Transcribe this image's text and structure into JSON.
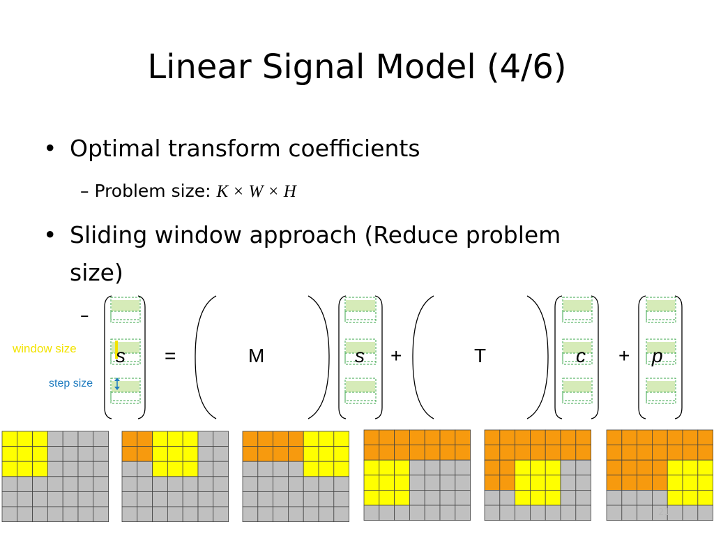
{
  "slide": {
    "title": "Linear Signal Model (4/6)",
    "bullets": [
      "Optimal transform coefficients",
      "Sliding window approach (Reduce problem",
      "size)"
    ],
    "sub_problem_prefix": "– Problem size:  ",
    "sub_problem_math": "K × W × H",
    "sub_dash": "–",
    "equation": {
      "lhs": "s",
      "equals": "=",
      "matrix_m": "M",
      "s2": "s",
      "plus1": "+",
      "matrix_t": "T",
      "c": "c",
      "plus2": "+",
      "p": "p"
    },
    "labels": {
      "window_size": "window size",
      "step_size": "step size"
    },
    "slide_number": "21",
    "colors": {
      "yellow": "#ffff00",
      "orange": "#f79a0e",
      "gray": "#c0c0c0",
      "green": "#d6ebb8",
      "green_border": "#3aa64a",
      "window_label": "#f2e300",
      "step_label": "#1e7bbf"
    }
  },
  "grids": [
    {
      "rows": [
        "YYYGGGG",
        "YYYGGGG",
        "YYYGGGG",
        "GGGGGGG",
        "GGGGGGG",
        "GGGGGGG"
      ]
    },
    {
      "rows": [
        "OOYYYGG",
        "OOYYYGG",
        "GGYYYGG",
        "GGGGGGG",
        "GGGGGGG",
        "GGGGGGG"
      ]
    },
    {
      "rows": [
        "OOOOYYY",
        "OOOOYYY",
        "GGGGYYY",
        "GGGGGGG",
        "GGGGGGG",
        "GGGGGGG"
      ]
    },
    {
      "rows": [
        "OOOOOOO",
        "OOOOOOO",
        "YYYGGGG",
        "YYYGGGG",
        "YYYGGGG",
        "GGGGGGG"
      ]
    },
    {
      "rows": [
        "OOOOOOO",
        "OOOOOOO",
        "OOYYYGG",
        "OOYYYGG",
        "GGYYYGG",
        "GGGGGGG"
      ]
    },
    {
      "rows": [
        "OOOOOOO",
        "OOOOOOO",
        "OOOOYYY",
        "OOOOYYY",
        "GGGGYYY",
        "GGGGGGG"
      ]
    }
  ]
}
